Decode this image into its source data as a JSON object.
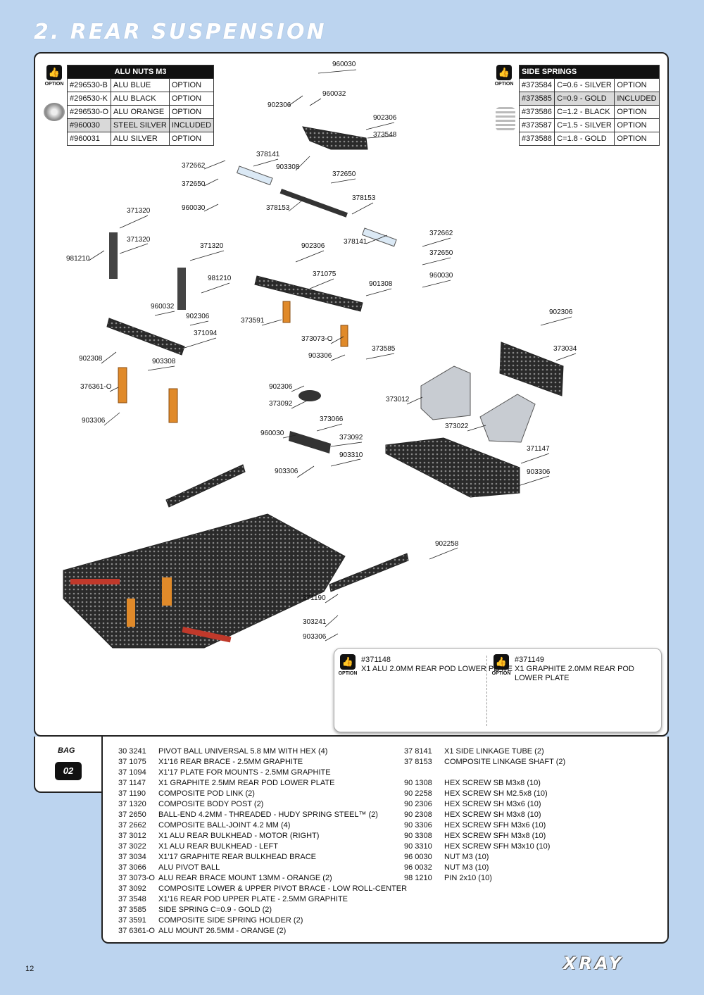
{
  "section_title": "2. REAR SUSPENSION",
  "nuts_table": {
    "badge": "OPTION",
    "header": "ALU NUTS M3",
    "rows": [
      {
        "code": "#296530-B",
        "name": "ALU BLUE",
        "status": "OPTION"
      },
      {
        "code": "#296530-K",
        "name": "ALU BLACK",
        "status": "OPTION"
      },
      {
        "code": "#296530-O",
        "name": "ALU ORANGE",
        "status": "OPTION"
      },
      {
        "code": "#960030",
        "name": "STEEL SILVER",
        "status": "INCLUDED"
      },
      {
        "code": "#960031",
        "name": "ALU SILVER",
        "status": "OPTION"
      }
    ]
  },
  "springs_table": {
    "badge": "OPTION",
    "header": "SIDE SPRINGS",
    "rows": [
      {
        "code": "#373584",
        "name": "C=0.6 - SILVER",
        "status": "OPTION"
      },
      {
        "code": "#373585",
        "name": "C=0.9 - GOLD",
        "status": "INCLUDED"
      },
      {
        "code": "#373586",
        "name": "C=1.2 - BLACK",
        "status": "OPTION"
      },
      {
        "code": "#373587",
        "name": "C=1.5 - SILVER",
        "status": "OPTION"
      },
      {
        "code": "#373588",
        "name": "C=1.8 - GOLD",
        "status": "OPTION"
      }
    ]
  },
  "diagram_labels": {
    "l960030a": "960030",
    "l902306a": "902306",
    "l960032a": "960032",
    "l902306b": "902306",
    "l373548": "373548",
    "l378141a": "378141",
    "l372662a": "372662",
    "l903308a": "903308",
    "l372650a": "372650",
    "l372650b": "372650",
    "l960030b": "960030",
    "l378153a": "378153",
    "l378153b": "378153",
    "l371320a": "371320",
    "l371320b": "371320",
    "l981210a": "981210",
    "l371320c": "371320",
    "l902306c": "902306",
    "l378141b": "378141",
    "l372662b": "372662",
    "l372650c": "372650",
    "l960030c": "960030",
    "l371075": "371075",
    "l901308": "901308",
    "l981210b": "981210",
    "l960032b": "960032",
    "l902306d": "902306",
    "l373591": "373591",
    "l371094": "371094",
    "l373073": "373073-O",
    "l902306e": "902306",
    "l373585": "373585",
    "l903306a": "903306",
    "l373034": "373034",
    "l902308": "902308",
    "l903308b": "903308",
    "l376361": "376361-O",
    "l902306f": "902306",
    "l373092a": "373092",
    "l373012": "373012",
    "l903306b": "903306",
    "l373066": "373066",
    "l960030d": "960030",
    "l373092b": "373092",
    "l373022": "373022",
    "l903310": "903310",
    "l371147": "371147",
    "l903306c": "903306",
    "l903306d": "903306",
    "l902258": "902258",
    "l371190": "371190",
    "l303241": "303241",
    "l903306e": "903306"
  },
  "options_callout": {
    "badge": "OPTION",
    "items": [
      {
        "code": "#371148",
        "name": "X1 ALU 2.0MM REAR POD LOWER PLATE"
      },
      {
        "code": "#371149",
        "name": "X1 GRAPHITE 2.0MM REAR POD LOWER PLATE"
      }
    ]
  },
  "bag": {
    "label": "BAG",
    "number": "02"
  },
  "parts_left": [
    {
      "code": "30 3241",
      "desc": "PIVOT BALL UNIVERSAL 5.8 MM WITH HEX (4)"
    },
    {
      "code": "37 1075",
      "desc": "X1'16 REAR BRACE - 2.5MM GRAPHITE"
    },
    {
      "code": "37 1094",
      "desc": "X1'17 PLATE FOR MOUNTS - 2.5MM GRAPHITE"
    },
    {
      "code": "37 1147",
      "desc": "X1 GRAPHITE 2.5MM REAR POD LOWER PLATE"
    },
    {
      "code": "37 1190",
      "desc": "COMPOSITE POD LINK (2)"
    },
    {
      "code": "37 1320",
      "desc": "COMPOSITE BODY POST (2)"
    },
    {
      "code": "37 2650",
      "desc": "BALL-END 4.2MM - THREADED - HUDY SPRING STEEL™ (2)"
    },
    {
      "code": "37 2662",
      "desc": "COMPOSITE BALL-JOINT 4.2 MM (4)"
    },
    {
      "code": "37 3012",
      "desc": "X1 ALU REAR BULKHEAD - MOTOR (RIGHT)"
    },
    {
      "code": "37 3022",
      "desc": "X1 ALU REAR BULKHEAD - LEFT"
    },
    {
      "code": "37 3034",
      "desc": "X1'17 GRAPHITE REAR BULKHEAD BRACE"
    },
    {
      "code": "37 3066",
      "desc": "ALU PIVOT BALL"
    },
    {
      "code": "37 3073-O",
      "desc": "ALU REAR BRACE MOUNT 13MM - ORANGE (2)"
    },
    {
      "code": "37 3092",
      "desc": "COMPOSITE LOWER & UPPER PIVOT BRACE - LOW ROLL-CENTER"
    },
    {
      "code": "37 3548",
      "desc": "X1'16 REAR POD UPPER PLATE - 2.5MM GRAPHITE"
    },
    {
      "code": "37 3585",
      "desc": "SIDE SPRING C=0.9 - GOLD (2)"
    },
    {
      "code": "37 3591",
      "desc": "COMPOSITE SIDE SPRING HOLDER (2)"
    },
    {
      "code": "37 6361-O",
      "desc": "ALU MOUNT 26.5MM - ORANGE (2)"
    }
  ],
  "parts_right": [
    {
      "code": "37 8141",
      "desc": "X1 SIDE LINKAGE TUBE (2)"
    },
    {
      "code": "37 8153",
      "desc": "COMPOSITE LINKAGE SHAFT (2)"
    },
    {
      "code": "",
      "desc": ""
    },
    {
      "code": "90 1308",
      "desc": "HEX SCREW SB M3x8  (10)"
    },
    {
      "code": "90 2258",
      "desc": "HEX SCREW SH M2.5x8  (10)"
    },
    {
      "code": "90 2306",
      "desc": "HEX SCREW SH M3x6  (10)"
    },
    {
      "code": "90 2308",
      "desc": "HEX SCREW SH M3x8  (10)"
    },
    {
      "code": "90 3306",
      "desc": "HEX SCREW SFH M3x6  (10)"
    },
    {
      "code": "90 3308",
      "desc": "HEX SCREW SFH M3x8  (10)"
    },
    {
      "code": "90 3310",
      "desc": "HEX SCREW SFH M3x10  (10)"
    },
    {
      "code": "96 0030",
      "desc": "NUT M3  (10)"
    },
    {
      "code": "96 0032",
      "desc": "NUT M3  (10)"
    },
    {
      "code": "98 1210",
      "desc": "PIN 2x10  (10)"
    }
  ],
  "page_number": "12",
  "brand": "XRAY"
}
